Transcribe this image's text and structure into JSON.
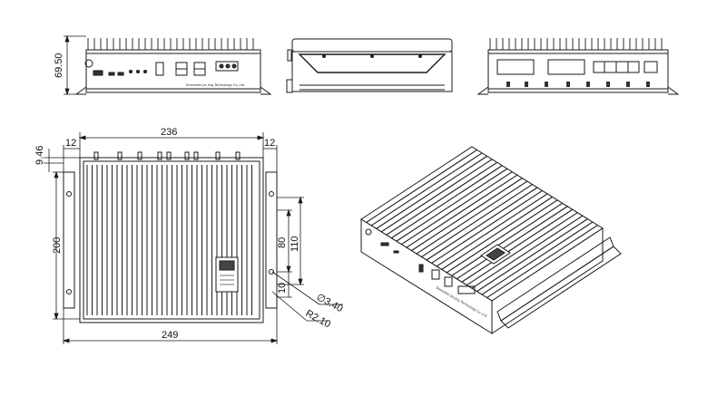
{
  "dimensions": {
    "height_front": "69.50",
    "top_width": "236",
    "overall_width": "249",
    "left_margin": "12",
    "right_margin": "12",
    "top_offset": "9.46",
    "depth": "200",
    "hole_spacing": "80",
    "bracket_length": "110",
    "edge_offset": "10",
    "hole_diameter": "∅3.40",
    "corner_radius": "R2.10"
  },
  "front_panel_text": "Shenzhen Jia Jing Technology Co.,Ltd",
  "iso_panel_text": "Shenzhen Jia Jing Technology Co.,Ltd",
  "colors": {
    "line": "#1a1a1a",
    "background": "#ffffff"
  }
}
